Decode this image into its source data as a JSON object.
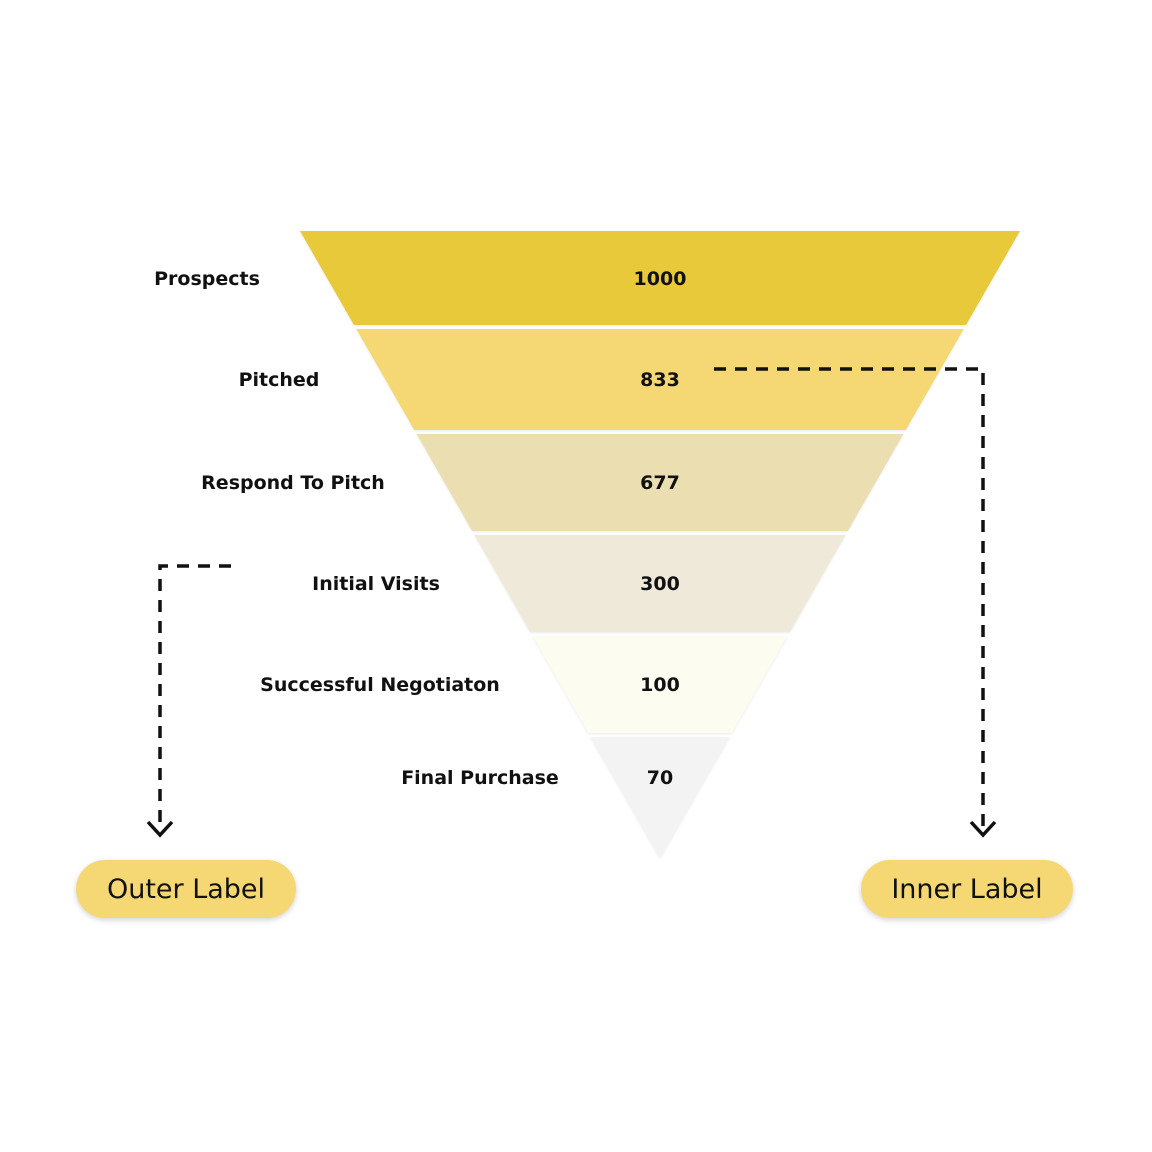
{
  "chart_data": {
    "type": "funnel",
    "stages": [
      {
        "label": "Prospects",
        "value": 1000,
        "color": "#E8C93A"
      },
      {
        "label": "Pitched",
        "value": 833,
        "color": "#F5D873"
      },
      {
        "label": "Respond To Pitch",
        "value": 677,
        "color": "#EBDFB2"
      },
      {
        "label": "Initial Visits",
        "value": 300,
        "color": "#EEE9D8"
      },
      {
        "label": "Successful Negotiaton",
        "value": 100,
        "color": "#FDFCF0"
      },
      {
        "label": "Final Purchase",
        "value": 70,
        "color": "#F3F3F3"
      }
    ]
  },
  "legend": {
    "outer_label": "Outer Label",
    "inner_label": "Inner Label",
    "pill_color": "#F5D873"
  }
}
